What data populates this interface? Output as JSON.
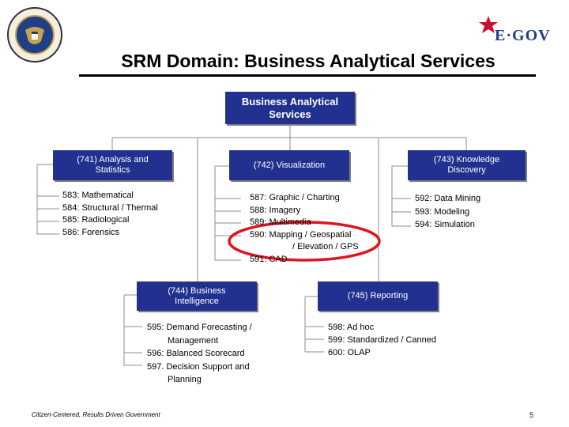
{
  "header": {
    "title": "SRM Domain: Business Analytical Services",
    "logo_text": "E·GOV",
    "seal_icon": "presidential-seal-icon",
    "logo_icon": "red-star-icon"
  },
  "diagram": {
    "root": {
      "label_line1": "Business Analytical",
      "label_line2": "Services"
    },
    "nodes": [
      {
        "id": "741",
        "label_line1": "(741) Analysis and",
        "label_line2": "Statistics",
        "items": [
          "583: Mathematical",
          "584: Structural / Thermal",
          "585: Radiological",
          "586: Forensics"
        ]
      },
      {
        "id": "742",
        "label_line1": "(742) Visualization",
        "label_line2": "",
        "items": [
          "587: Graphic / Charting",
          "588: Imagery",
          "589: Multimedia",
          "590: Mapping / Geospatial",
          "/ Elevation / GPS",
          "591: CAD"
        ]
      },
      {
        "id": "743",
        "label_line1": "(743) Knowledge",
        "label_line2": "Discovery",
        "items": [
          "592: Data Mining",
          "593: Modeling",
          "594: Simulation"
        ]
      },
      {
        "id": "744",
        "label_line1": "(744) Business",
        "label_line2": "Intelligence",
        "items": [
          "595: Demand Forecasting /",
          "Management",
          "596: Balanced Scorecard",
          "597. Decision Support and",
          "Planning"
        ]
      },
      {
        "id": "745",
        "label_line1": "(745) Reporting",
        "label_line2": "",
        "items": [
          "598: Ad hoc",
          "599: Standardized / Canned",
          "600: OLAP"
        ]
      }
    ],
    "highlight_color": "#e0141e",
    "box_color": "#22318f"
  },
  "footer": {
    "tagline": "Citizen-Centered, Results Driven Government",
    "page_number": "5"
  }
}
